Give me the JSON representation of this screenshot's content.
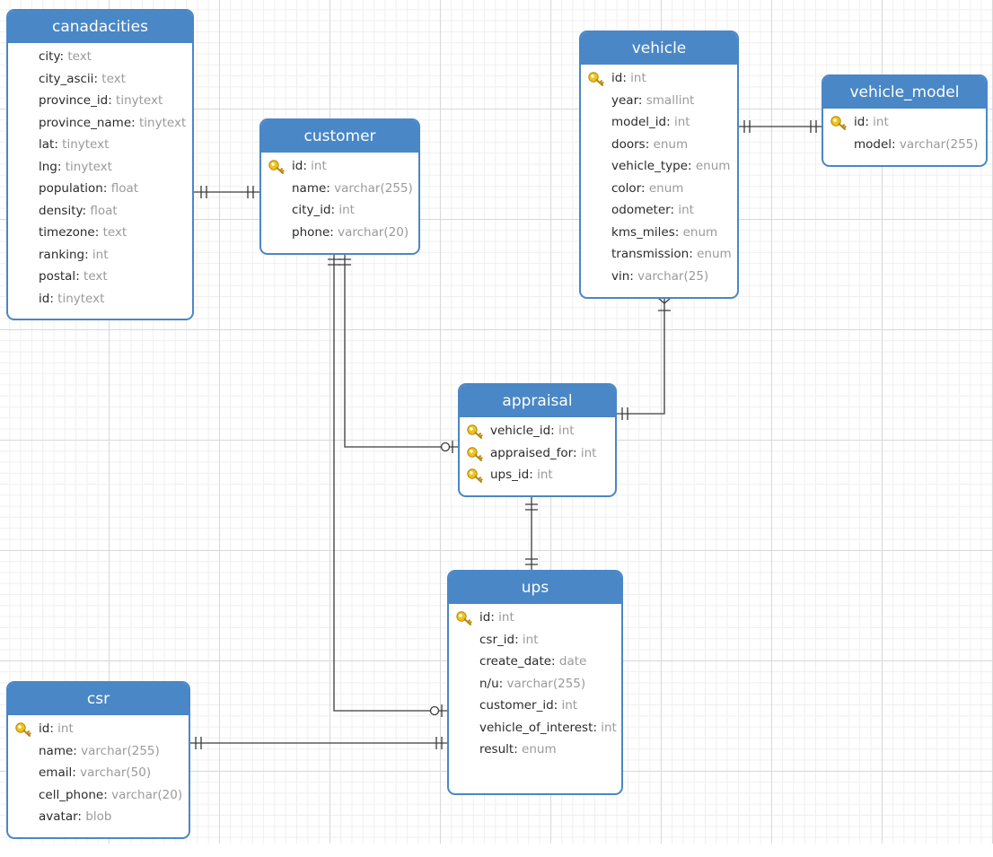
{
  "tables": {
    "canadacities": {
      "title": "canadacities",
      "columns": [
        {
          "name": "city",
          "type": "text"
        },
        {
          "name": "city_ascii",
          "type": "text"
        },
        {
          "name": "province_id",
          "type": "tinytext"
        },
        {
          "name": "province_name",
          "type": "tinytext"
        },
        {
          "name": "lat",
          "type": "tinytext"
        },
        {
          "name": "lng",
          "type": "tinytext"
        },
        {
          "name": "population",
          "type": "float"
        },
        {
          "name": "density",
          "type": "float"
        },
        {
          "name": "timezone",
          "type": "text"
        },
        {
          "name": "ranking",
          "type": "int"
        },
        {
          "name": "postal",
          "type": "text"
        },
        {
          "name": "id",
          "type": "tinytext"
        }
      ]
    },
    "customer": {
      "title": "customer",
      "columns": [
        {
          "name": "id",
          "type": "int",
          "key": true
        },
        {
          "name": "name",
          "type": "varchar(255)"
        },
        {
          "name": "city_id",
          "type": "int"
        },
        {
          "name": "phone",
          "type": "varchar(20)"
        }
      ]
    },
    "vehicle": {
      "title": "vehicle",
      "columns": [
        {
          "name": "id",
          "type": "int",
          "key": true
        },
        {
          "name": "year",
          "type": "smallint"
        },
        {
          "name": "model_id",
          "type": "int"
        },
        {
          "name": "doors",
          "type": "enum"
        },
        {
          "name": "vehicle_type",
          "type": "enum"
        },
        {
          "name": "color",
          "type": "enum"
        },
        {
          "name": "odometer",
          "type": "int"
        },
        {
          "name": "kms_miles",
          "type": "enum"
        },
        {
          "name": "transmission",
          "type": "enum"
        },
        {
          "name": "vin",
          "type": "varchar(25)"
        }
      ]
    },
    "vehicle_model": {
      "title": "vehicle_model",
      "columns": [
        {
          "name": "id",
          "type": "int",
          "key": true
        },
        {
          "name": "model",
          "type": "varchar(255)"
        }
      ]
    },
    "appraisal": {
      "title": "appraisal",
      "columns": [
        {
          "name": "vehicle_id",
          "type": "int",
          "key": true
        },
        {
          "name": "appraised_for",
          "type": "int",
          "key": true
        },
        {
          "name": "ups_id",
          "type": "int",
          "key": true
        }
      ]
    },
    "ups": {
      "title": "ups",
      "columns": [
        {
          "name": "id",
          "type": "int",
          "key": true
        },
        {
          "name": "csr_id",
          "type": "int"
        },
        {
          "name": "create_date",
          "type": "date"
        },
        {
          "name": "n/u",
          "type": "varchar(255)"
        },
        {
          "name": "customer_id",
          "type": "int"
        },
        {
          "name": "vehicle_of_interest",
          "type": "int"
        },
        {
          "name": "result",
          "type": "enum"
        }
      ]
    },
    "csr": {
      "title": "csr",
      "columns": [
        {
          "name": "id",
          "type": "int",
          "key": true
        },
        {
          "name": "name",
          "type": "varchar(255)"
        },
        {
          "name": "email",
          "type": "varchar(50)"
        },
        {
          "name": "cell_phone",
          "type": "varchar(20)"
        },
        {
          "name": "avatar",
          "type": "blob"
        }
      ]
    }
  },
  "relationships": [
    {
      "from": "canadacities",
      "to": "customer",
      "from_end": "one",
      "to_end": "one"
    },
    {
      "from": "vehicle",
      "to": "vehicle_model",
      "from_end": "one",
      "to_end": "one"
    },
    {
      "from": "customer",
      "to": "appraisal",
      "from_end": "one",
      "to_end": "zero-or-one"
    },
    {
      "from": "vehicle",
      "to": "appraisal",
      "from_end": "many",
      "to_end": "one"
    },
    {
      "from": "appraisal",
      "to": "ups",
      "from_end": "one",
      "to_end": "one"
    },
    {
      "from": "customer",
      "to": "ups",
      "from_end": "one",
      "to_end": "zero-or-one"
    },
    {
      "from": "csr",
      "to": "ups",
      "from_end": "one",
      "to_end": "one"
    }
  ],
  "colors": {
    "header": "#4a87c6",
    "line": "#3a3a3a",
    "key": "#f0c419",
    "type_text": "#9a9a9a"
  }
}
